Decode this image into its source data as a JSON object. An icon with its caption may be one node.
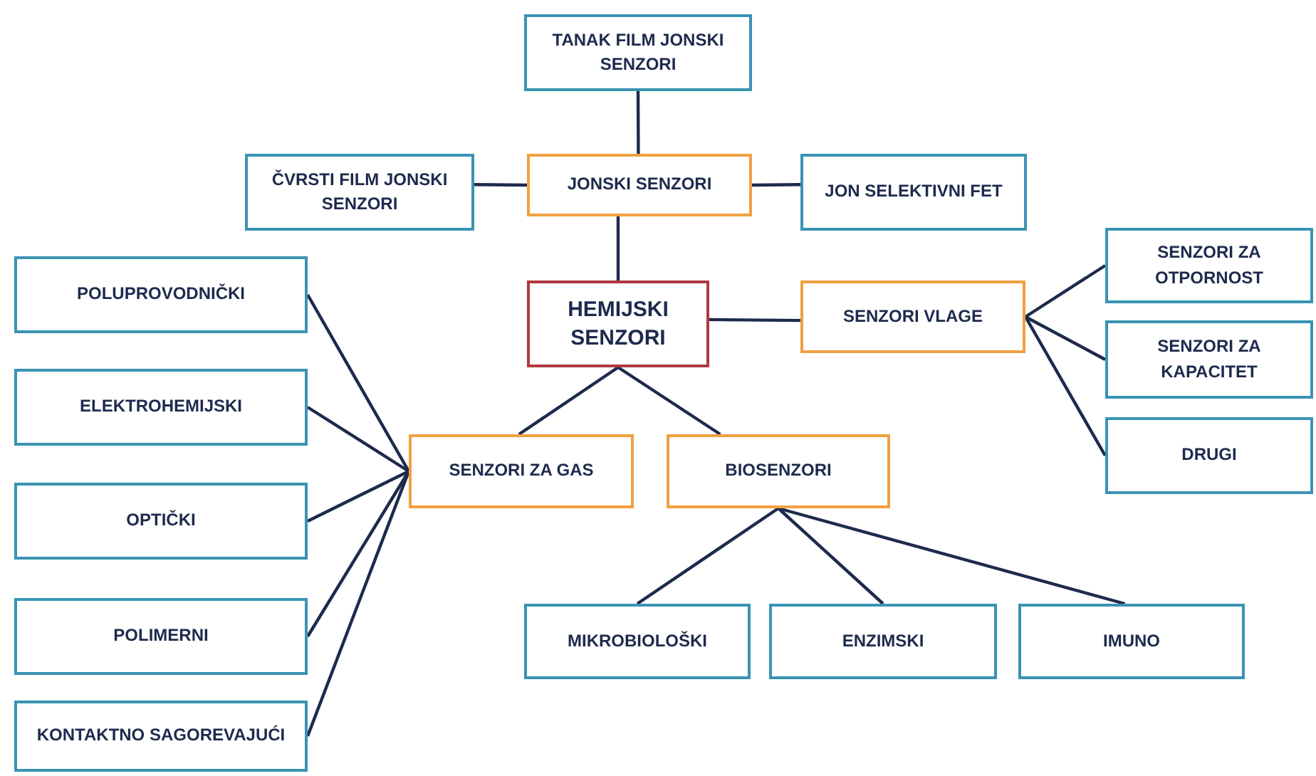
{
  "diagram": {
    "nodes": [
      {
        "text": [
          "HEMIJSKI SENZORI"
        ]
      },
      {
        "text": [
          "JONSKI SENZORI"
        ]
      },
      {
        "text": [
          "TANAK FILM JONSKI SENZORI"
        ]
      },
      {
        "text": [
          "ČVRSTI FILM JONSKI SENZORI"
        ]
      },
      {
        "text": [
          "JON SELEKTIVNI FET"
        ]
      },
      {
        "text": [
          "SENZORI VLAGE"
        ]
      },
      {
        "text": [
          "SENZORI ZA OTPORNOST"
        ]
      },
      {
        "text": [
          "SENZORI ZA KAPACITET"
        ]
      },
      {
        "text": [
          "DRUGI"
        ]
      },
      {
        "text": [
          "SENZORI ZA GAS"
        ]
      },
      {
        "text": [
          "BIOSENZORI"
        ]
      },
      {
        "text": [
          "POLUPROVODNIČKI"
        ]
      },
      {
        "text": [
          "ELEKTROHEMIJSKI"
        ]
      },
      {
        "text": [
          "OPTIČKI"
        ]
      },
      {
        "text": [
          "POLIMERNI"
        ]
      },
      {
        "text": [
          "KONTAKTNO SAGOREVAJUĆI"
        ]
      },
      {
        "text": [
          "MIKROBIOLOŠKI"
        ]
      },
      {
        "text": [
          "ENZIMSKI"
        ]
      },
      {
        "text": [
          "IMUNO"
        ]
      }
    ],
    "edges": [
      {
        "from": 2,
        "to": 1,
        "arrow": "none"
      },
      {
        "from": 3,
        "to": 1,
        "arrow": "none"
      },
      {
        "from": 1,
        "to": 4,
        "arrow": "none"
      },
      {
        "from": 1,
        "to": 0,
        "arrow": "none"
      },
      {
        "from": 0,
        "to": 5,
        "arrow": "none"
      },
      {
        "from": 5,
        "to": 6,
        "arrow": "none"
      },
      {
        "from": 5,
        "to": 7,
        "arrow": "none"
      },
      {
        "from": 5,
        "to": 8,
        "arrow": "none"
      },
      {
        "from": 0,
        "to": 9,
        "arrow": "none"
      },
      {
        "from": 0,
        "to": 10,
        "arrow": "none"
      },
      {
        "from": 9,
        "to": 11,
        "arrow": "none"
      },
      {
        "from": 9,
        "to": 12,
        "arrow": "none"
      },
      {
        "from": 9,
        "to": 13,
        "arrow": "none"
      },
      {
        "from": 9,
        "to": 14,
        "arrow": "none"
      },
      {
        "from": 9,
        "to": 15,
        "arrow": "none"
      },
      {
        "from": 10,
        "to": 16,
        "arrow": "none"
      },
      {
        "from": 10,
        "to": 17,
        "arrow": "none"
      },
      {
        "from": 10,
        "to": 18,
        "arrow": "none"
      }
    ]
  }
}
